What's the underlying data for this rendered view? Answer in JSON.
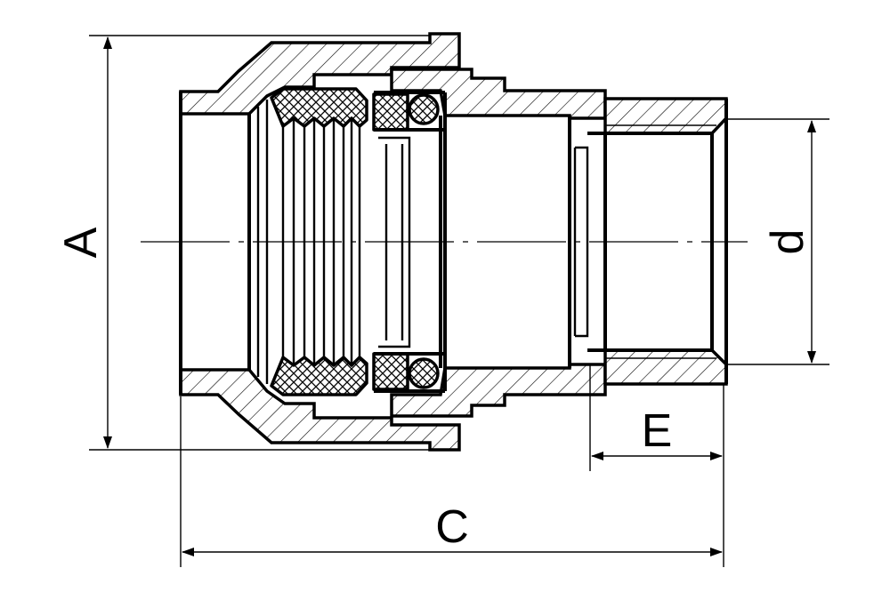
{
  "dimensions": {
    "A": "A",
    "C": "C",
    "d": "d",
    "E": "E"
  },
  "colors": {
    "line": "#000000",
    "background": "#ffffff"
  }
}
